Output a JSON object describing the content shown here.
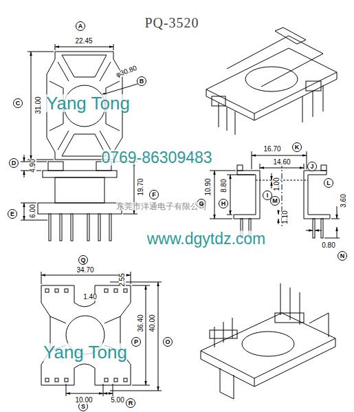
{
  "diagram": {
    "title": "PQ-3520",
    "labels": [
      "A",
      "22.45",
      "B",
      "φ30.80",
      "C",
      "31.00",
      "Yang Tong",
      "0769-86309483",
      "D",
      "4.90",
      "F",
      "19.70",
      "E",
      "6.00",
      "东莞市洋通电子有限公司",
      "www.dgytdz.com",
      "K",
      "16.70",
      "J",
      "14.60",
      "G",
      "10.90",
      "H",
      "8.80",
      "I",
      "1.00",
      "L",
      "3.60",
      "M",
      "1.10",
      "0.80",
      "N",
      "Q",
      "34.70",
      "1.40",
      "2.55",
      "P",
      "36.40",
      "O",
      "40.00",
      "Yang Tong",
      "10.00",
      "S",
      "5.00",
      "R"
    ]
  }
}
